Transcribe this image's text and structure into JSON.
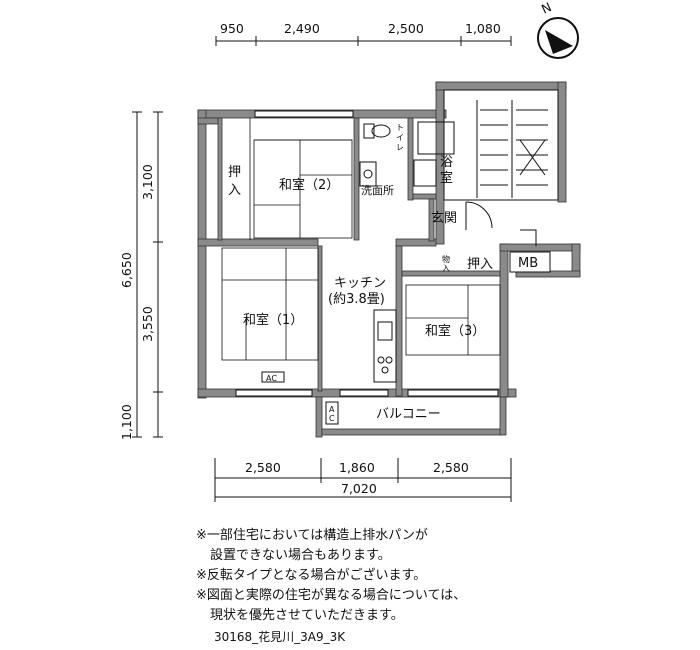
{
  "dimensions_top": [
    "950",
    "2,490",
    "2,500",
    "1,080"
  ],
  "dimensions_left": [
    "6,650",
    "3,100",
    "3,550",
    "1,100"
  ],
  "dimensions_bottom": [
    "2,580",
    "1,860",
    "2,580"
  ],
  "dimension_total": "7,020",
  "rooms": {
    "washitsu_2": "和室（2）",
    "oshiire_1": [
      "押",
      "入"
    ],
    "toilet": [
      "ト",
      "イ",
      "レ"
    ],
    "bath": [
      "浴",
      "室"
    ],
    "senmen": "洗面所",
    "genkan": "玄関",
    "monoire": [
      "物",
      "入"
    ],
    "oshiire_2": "押入",
    "mb": "MB",
    "kitchen": "キッチン",
    "kitchen_size": "(約3.8畳)",
    "washitsu_1": "和室（1）",
    "washitsu_3": "和室（3）",
    "ac_1": "AC",
    "ac_2": [
      "A",
      "C"
    ],
    "balcony": "バルコニー"
  },
  "compass": "N",
  "notes": [
    {
      "text": "※一部住宅においては構造上排水パンが",
      "indent": false
    },
    {
      "text": "設置できない場合もあります。",
      "indent": true
    },
    {
      "text": "※反転タイプとなる場合がございます。",
      "indent": false
    },
    {
      "text": "※図面と実際の住宅が異なる場合については、",
      "indent": false
    },
    {
      "text": "現状を優先させていただきます。",
      "indent": true
    }
  ],
  "plan_code": "30168_花見川_3A9_3K"
}
